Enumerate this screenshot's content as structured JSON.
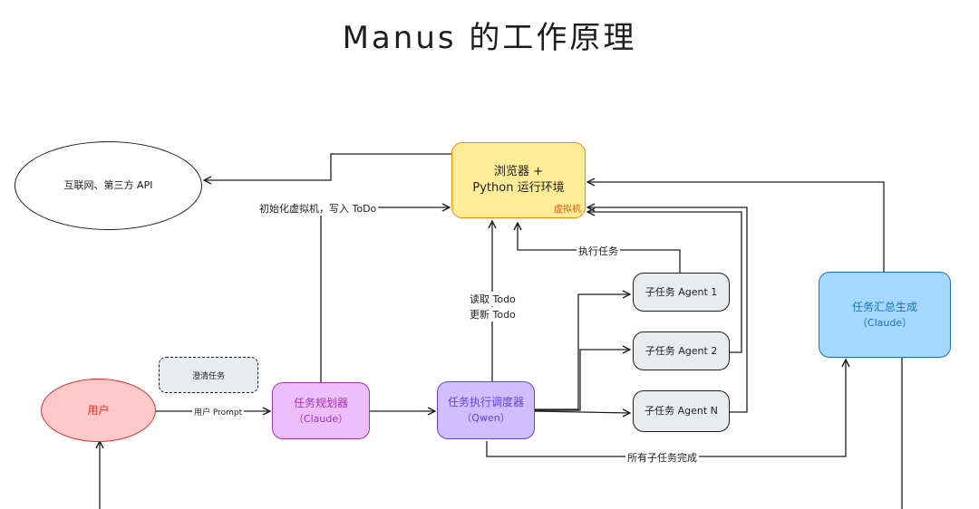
{
  "title": "Manus 的工作原理",
  "nodes": {
    "internet": "互联网、第三方 API",
    "sandbox_line1": "浏览器 +",
    "sandbox_line2": "Python 运行环境",
    "sandbox_tag": "虚拟机",
    "user": "用户",
    "clarify": "澄清任务",
    "planner_line1": "任务规划器",
    "planner_line2": "（Claude）",
    "executor_line1": "任务执行调度器",
    "executor_line2": "（Qwen）",
    "agent1": "子任务 Agent 1",
    "agent2": "子任务 Agent 2",
    "agentN": "子任务 Agent N",
    "summary_line1": "任务汇总生成",
    "summary_line2": "（Claude）"
  },
  "edge_labels": {
    "init": "初始化虚拟机，写入 ToDo",
    "exec": "执行任务",
    "read": "读取 Todo",
    "update": "更新 Todo",
    "prompt": "用户 Prompt",
    "done": "所有子任务完成"
  },
  "colors": {
    "sandbox_fill": "#ffec99",
    "sandbox_stroke": "#f08c00",
    "user_fill": "#ffc9c9",
    "user_stroke": "#e03131",
    "planner_fill": "#eebefa",
    "planner_stroke": "#9c36b5",
    "executor_fill": "#d0bfff",
    "executor_stroke": "#6741d9",
    "agent_fill": "#e9ecef",
    "summary_fill": "#a5d8ff",
    "summary_stroke": "#1971c2"
  }
}
